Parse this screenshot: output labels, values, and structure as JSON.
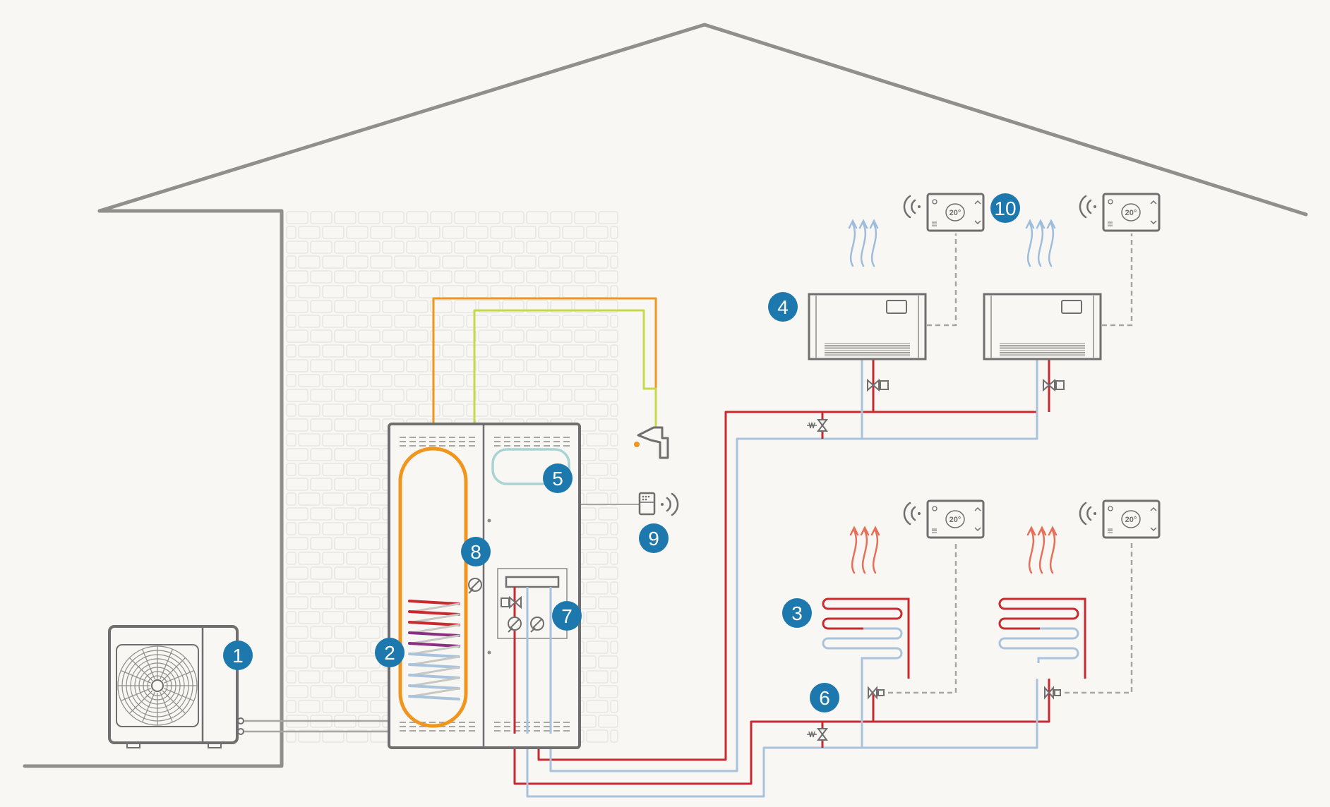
{
  "colors": {
    "background": "#f8f7f3",
    "house_outline": "#8f8f8c",
    "equipment_outline": "#6f6f6f",
    "brick": "#e6e5e1",
    "hot_pipe": "#c82a2f",
    "cold_pipe": "#a9c3dd",
    "dhw_hot_pipe": "#f0961f",
    "dhw_cold_pipe": "#c7d84a",
    "marker_fill": "#1d78ad",
    "marker_text": "#ffffff",
    "warm_air": "#e5583f",
    "cool_air": "#8fb3da",
    "coil_purple": "#8c2f83",
    "coil_blue": "#a9c3dd"
  },
  "markers": [
    {
      "id": "outdoor-unit",
      "label": "1"
    },
    {
      "id": "hot-water-cylinder",
      "label": "2"
    },
    {
      "id": "underfloor-heating",
      "label": "3"
    },
    {
      "id": "fan-coil-unit",
      "label": "4"
    },
    {
      "id": "buffer-tank",
      "label": "5"
    },
    {
      "id": "manifold",
      "label": "6"
    },
    {
      "id": "mixing-group",
      "label": "7"
    },
    {
      "id": "dhw-valve",
      "label": "8"
    },
    {
      "id": "system-controller",
      "label": "9"
    },
    {
      "id": "room-thermostat",
      "label": "10"
    }
  ],
  "thermostat_display": "20°",
  "icons": {
    "outdoor_unit": "fan-icon",
    "faucet": "faucet-icon",
    "controller": "wireless-controller-icon",
    "thermostat": "room-thermostat-icon",
    "valve": "valve-icon",
    "pump": "pump-icon"
  }
}
